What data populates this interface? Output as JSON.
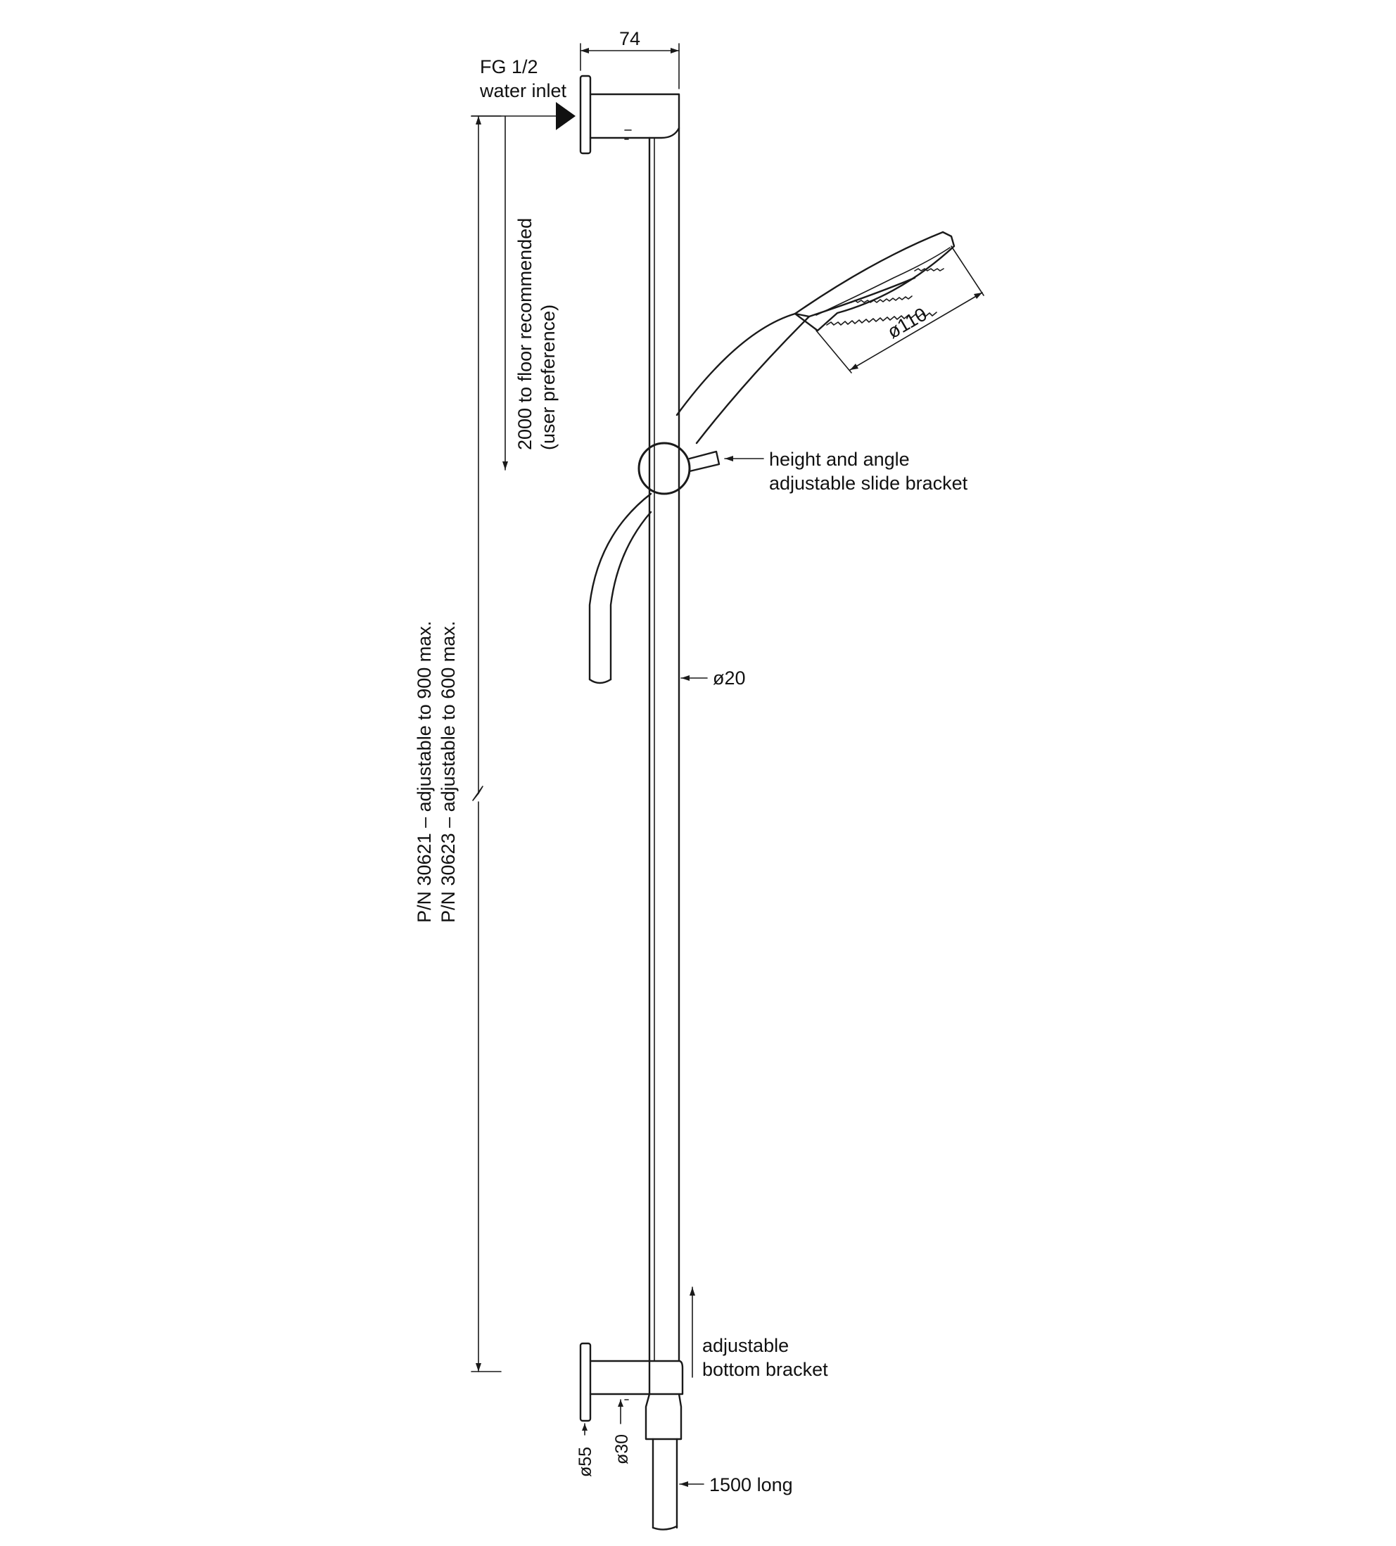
{
  "diagram": {
    "dim_width": "74",
    "inlet_line1": "FG 1/2",
    "inlet_line2": "water inlet",
    "height_note_line1": "2000 to floor recommended",
    "height_note_line2": "(user preference)",
    "head_diameter": "ø110",
    "slide_bracket_line1": "height and angle",
    "slide_bracket_line2": "adjustable slide bracket",
    "rail_diameter": "ø20",
    "pn_line1": "P/N 30621 – adjustable to 900 max.",
    "pn_line2": "P/N 30623 – adjustable to 600 max.",
    "bottom_bracket_line1": "adjustable",
    "bottom_bracket_line2": "bottom bracket",
    "flange_diameter": "ø55",
    "outlet_diameter": "ø30",
    "hose_length": "1500 long"
  },
  "colors": {
    "line": "#1a1a1a",
    "text": "#111111",
    "background": "#ffffff"
  }
}
